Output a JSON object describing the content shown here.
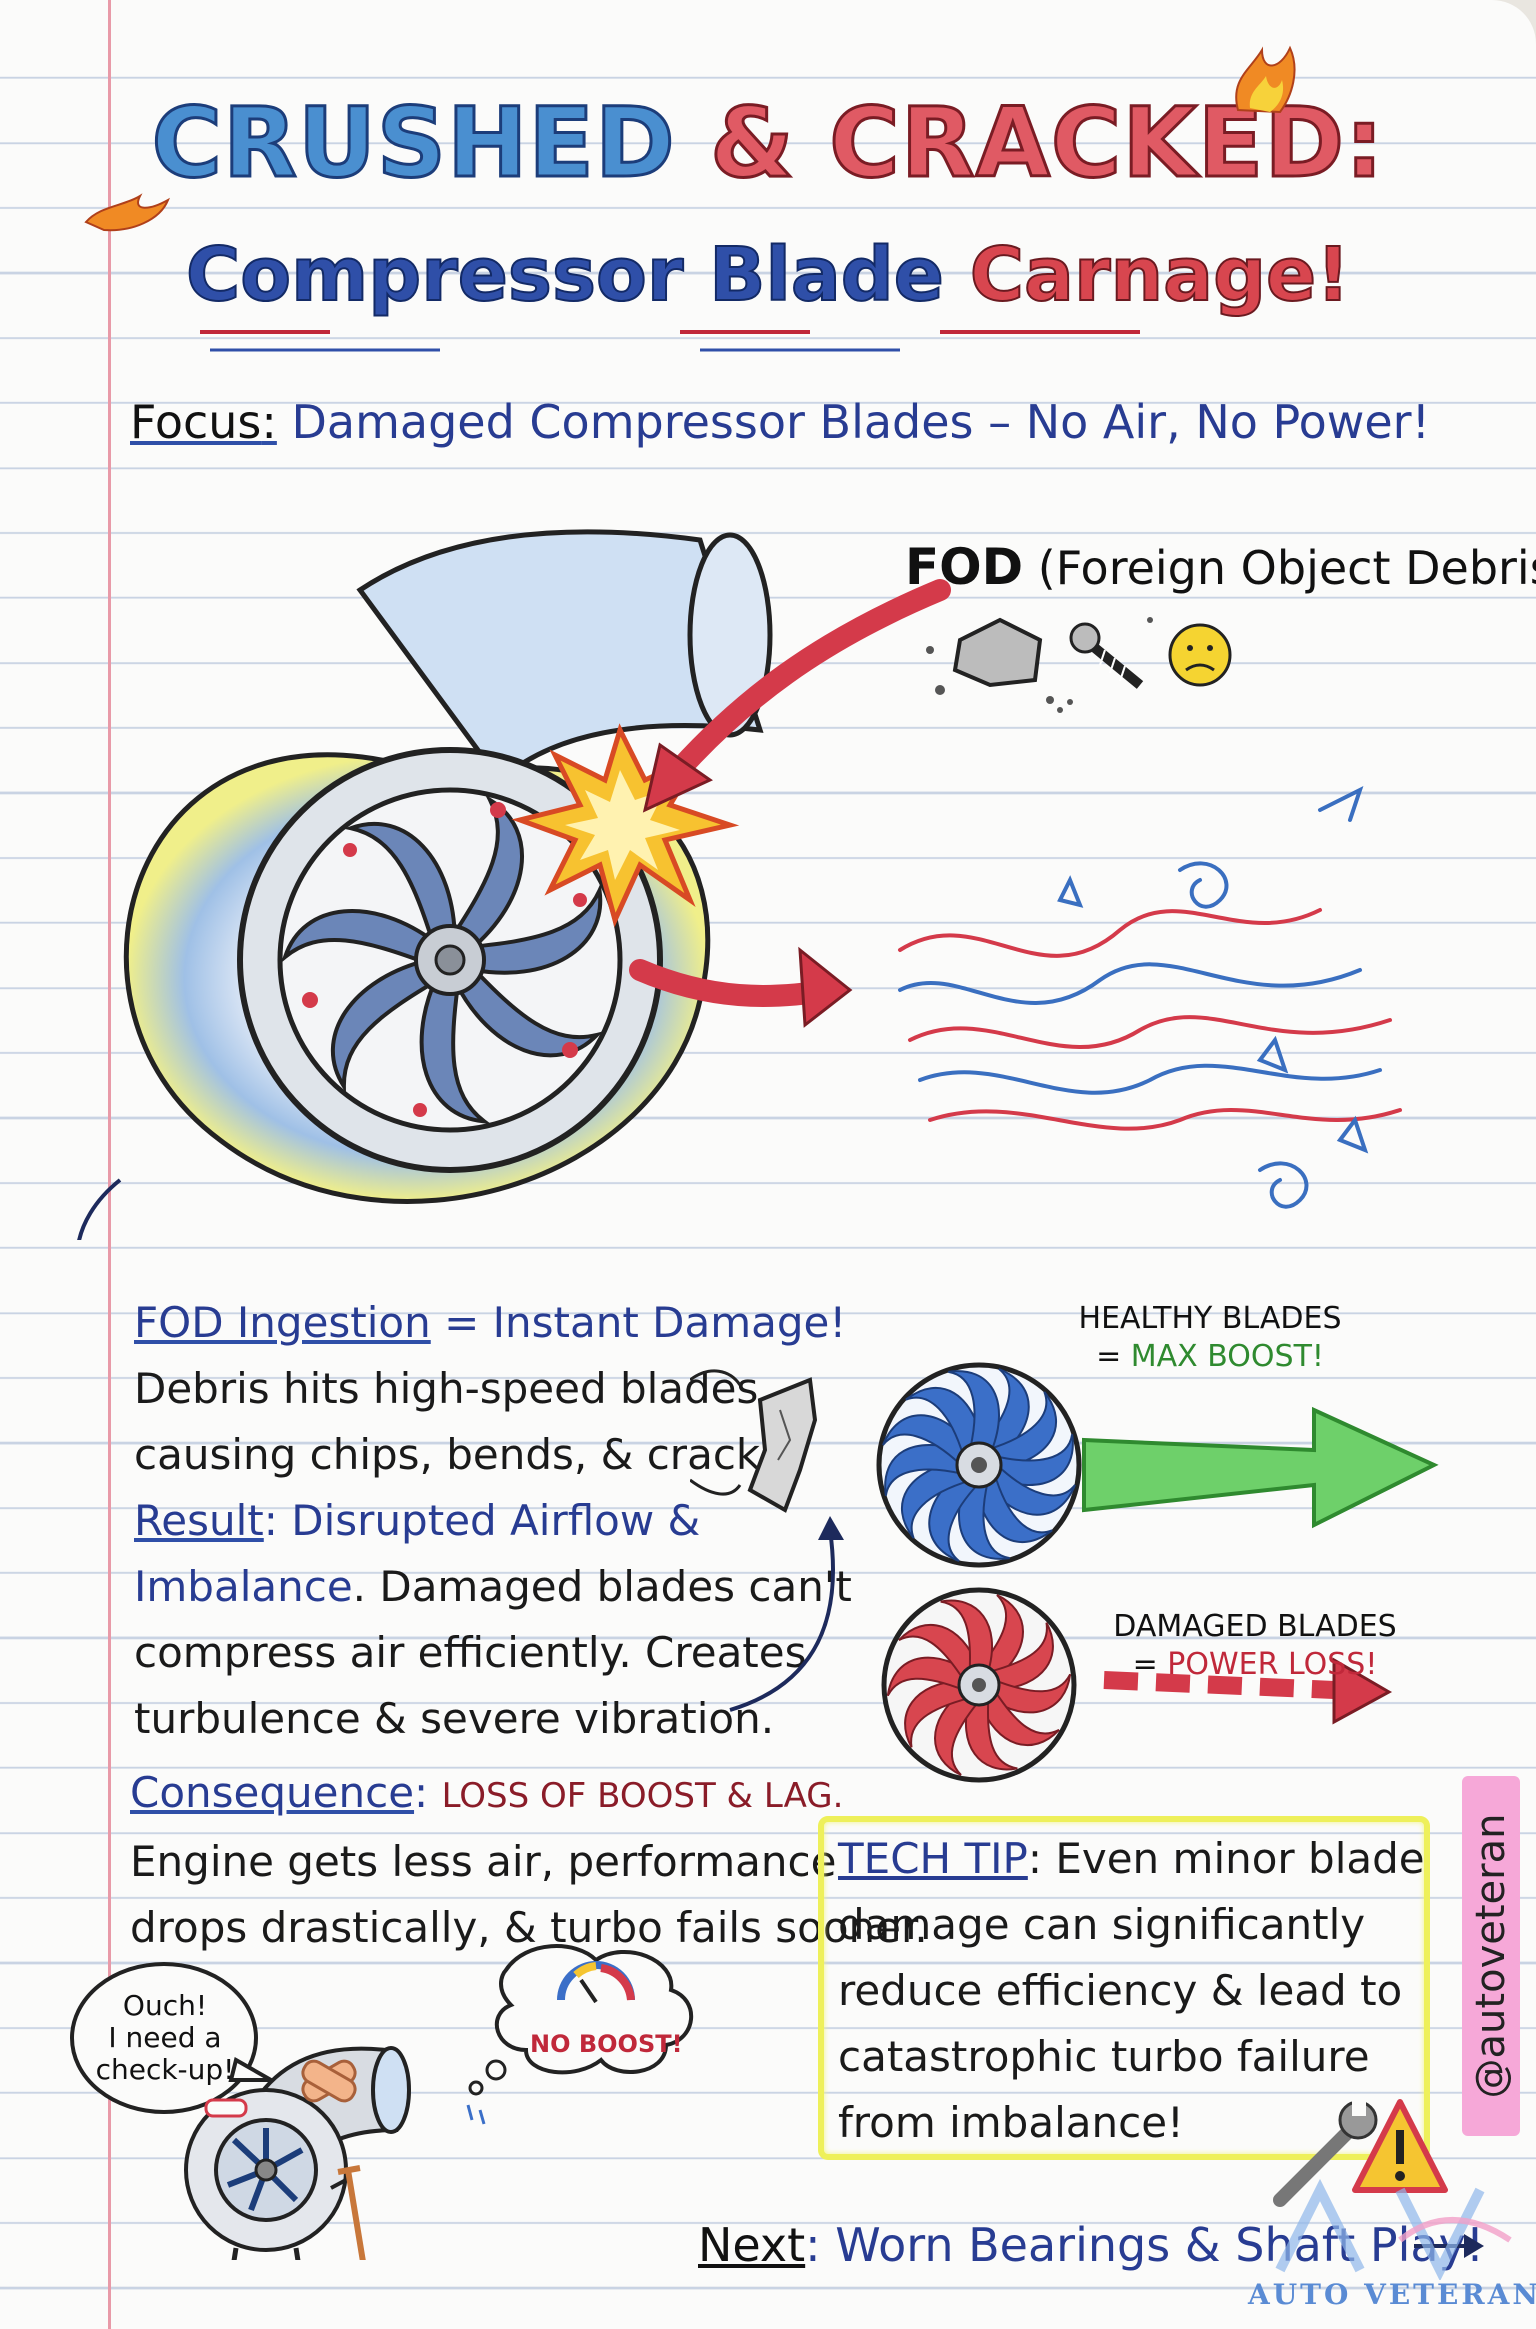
{
  "title": {
    "line1_part1": "CRUSHED",
    "line1_part2": "&",
    "line1_part3": "CRACKED:",
    "line2_part1": "Compressor",
    "line2_part2": "Blade",
    "line2_part3": "Carnage!"
  },
  "focus": {
    "label": "Focus",
    "colon": ":",
    "text": " Damaged Compressor Blades – No Air, No Power!"
  },
  "fod": {
    "abbr": "FOD",
    "expansion": " (Foreign Object Debris)"
  },
  "section_fod": {
    "heading": "FOD Ingestion",
    "heading_rest": " = Instant Damage!",
    "line1": "Debris hits high-speed blades,",
    "line2": "causing chips, bends, & cracks."
  },
  "section_result": {
    "heading": "Result",
    "heading_rest": ": Disrupted Airflow &",
    "line1_highlight": "Imbalance",
    "line1_rest": ". Damaged blades can't",
    "line2": "compress air efficiently. Creates",
    "line3": "turbulence & severe vibration."
  },
  "section_consequence": {
    "heading": "Consequence",
    "colon": ": ",
    "caps": "LOSS OF BOOST & LAG.",
    "line1": "Engine gets less air, performance",
    "line2": "drops drastically, & turbo fails sooner."
  },
  "healthy": {
    "label_line1": "HEALTHY BLADES",
    "label_eq": "= ",
    "label_line2": "MAX BOOST!"
  },
  "damaged": {
    "label_line1": "DAMAGED BLADES",
    "label_eq": "= ",
    "label_line2": "POWER LOSS!"
  },
  "tech_tip": {
    "heading": "TECH TIP",
    "line1_rest": ": Even minor blade",
    "line2": "damage can significantly",
    "line3": "reduce efficiency & lead to",
    "line4": "catastrophic turbo failure",
    "line5": "from imbalance!"
  },
  "mascot": {
    "speech_line1": "Ouch!",
    "speech_line2": "I need a",
    "speech_line3": "check-up!",
    "thought": "NO BOOST!"
  },
  "handle": "@autoveteran",
  "next": {
    "label": "Next",
    "text": ": Worn Bearings & Shaft Play!"
  },
  "logo": "AUTO VETERAN",
  "colors": {
    "ink_blue": "#283c92",
    "title_blue": "#4a8fd0",
    "title_red": "#e05a64",
    "accent_red": "#c0283a",
    "accent_green": "#2f8a2f",
    "highlighter_yellow": "#eef05a",
    "handle_pink": "#f6a8d8"
  }
}
